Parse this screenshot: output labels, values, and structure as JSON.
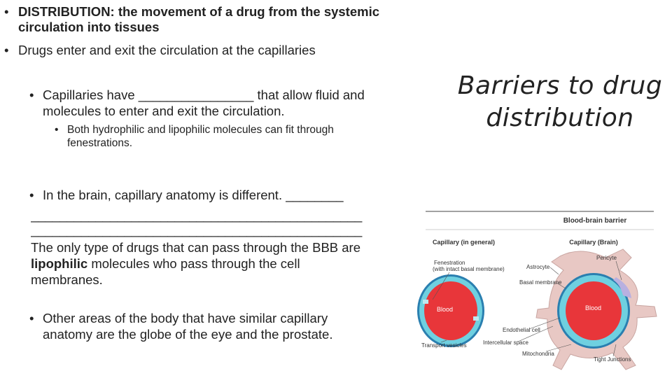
{
  "slide": {
    "title": "Barriers to drug distribution",
    "bullets": {
      "distribution_term": "DISTRIBUTION: the movement of a drug from the systemic",
      "distribution_term_cont": "circulation into tissues",
      "capillaries_entry": "Drugs enter and exit the circulation at the capillaries",
      "capillaries_have_1": "Capillaries have ________________ that allow fluid and",
      "capillaries_have_2": "molecules to enter and exit the circulation.",
      "fenestrations_1": "Both hydrophilic and lipophilic molecules can fit through",
      "fenestrations_2": "fenestrations.",
      "brain_1": "In the brain, capillary anatomy is different. ________",
      "blank_line_1": "______________________________________________",
      "blank_line_2": "______________________________________________",
      "bbb_1": "The only type of drugs that can pass through the BBB are",
      "bbb_bold": "lipophilic",
      "bbb_2_rest": " molecules who pass through the cell",
      "bbb_3": "membranes.",
      "other_1": "Other areas of the body that have similar capillary",
      "other_2": "anatomy are the globe of the eye and the prostate."
    },
    "bullet_glyph": "•"
  },
  "figure": {
    "header": "Blood-brain barrier",
    "left_caption": "Capillary (in general)",
    "right_caption": "Capillary (Brain)",
    "labels": {
      "fenestration": "Fenestration",
      "fenestration_note": "(with intact basal membrane)",
      "astrocyte": "Astrocyte",
      "pericyte": "Pericyte",
      "basal_membrane": "Basal membrane",
      "blood_left": "Blood",
      "blood_right": "Blood",
      "endothelial_cell": "Endothelial cell",
      "intercellular_space": "Intercellular space",
      "transport_vesicles": "Transport vesicles",
      "mitochondria": "Mitochondria",
      "tight_junctions": "Tight Junctions"
    },
    "colors": {
      "blood": "#e8363a",
      "endothelium": "#6fd0e0",
      "basal": "#2a7fb0",
      "astrocyte": "#e8c8c4",
      "pericyte": "#b8b0e0"
    }
  }
}
